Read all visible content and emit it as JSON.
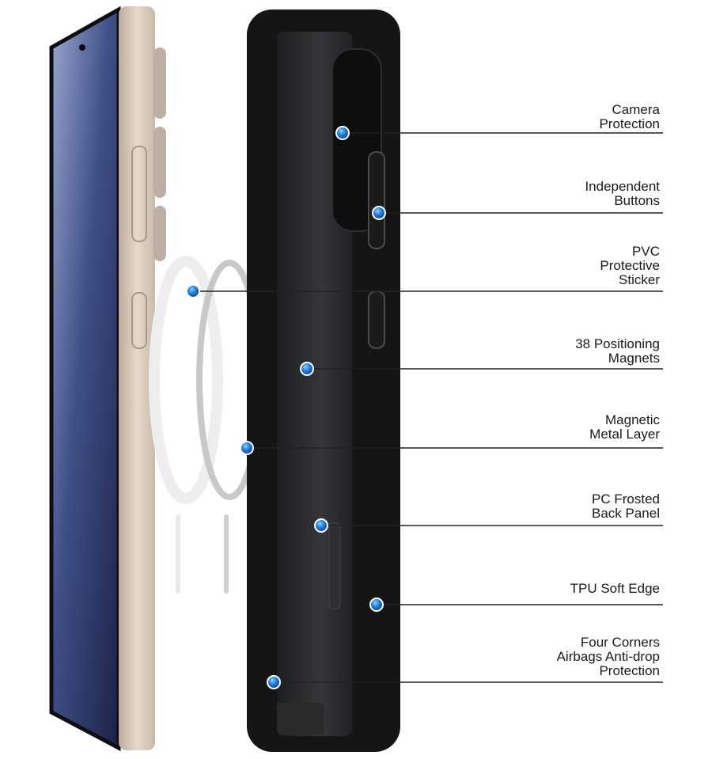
{
  "callouts": [
    {
      "id": "camera-protection",
      "text": "Camera\nProtection"
    },
    {
      "id": "independent-buttons",
      "text": "Independent\nButtons"
    },
    {
      "id": "pvc-protective-sticker",
      "text": "PVC\nProtective\nSticker"
    },
    {
      "id": "positioning-magnets",
      "text": "38 Positioning\nMagnets"
    },
    {
      "id": "magnetic-metal-layer",
      "text": "Magnetic\nMetal Layer"
    },
    {
      "id": "pc-frosted-back-panel",
      "text": "PC Frosted\nBack Panel"
    },
    {
      "id": "tpu-soft-edge",
      "text": "TPU Soft Edge"
    },
    {
      "id": "four-corners-airbags",
      "text": "Four Corners\nAirbags Anti-drop\nProtection"
    }
  ],
  "colors": {
    "background": "#ffffff",
    "case_body": "#151515",
    "case_panel": "#2b2d30",
    "phone_frame": "#d9cbbd",
    "phone_screen": "#3d4b7a",
    "marker_blue": "#1e7fe0",
    "leader_line": "#222222",
    "ring_silver": "#b8b8b8"
  }
}
